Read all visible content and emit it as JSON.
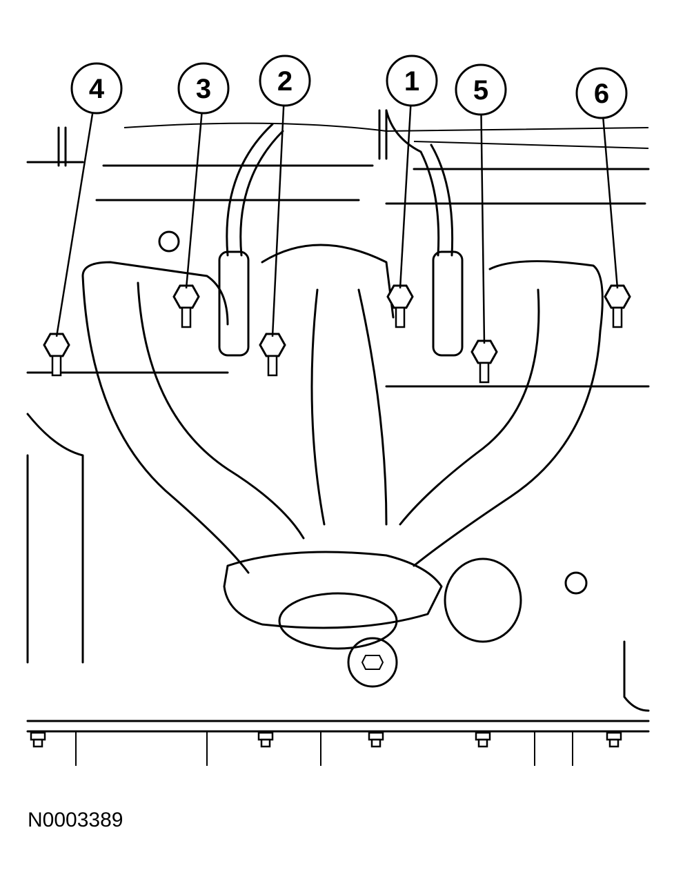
{
  "diagram": {
    "callouts": [
      {
        "label": "4"
      },
      {
        "label": "3"
      },
      {
        "label": "2"
      },
      {
        "label": "1"
      },
      {
        "label": "5"
      },
      {
        "label": "6"
      }
    ],
    "reference_number": "N0003389",
    "line_color": "#000000",
    "background": "#ffffff"
  }
}
